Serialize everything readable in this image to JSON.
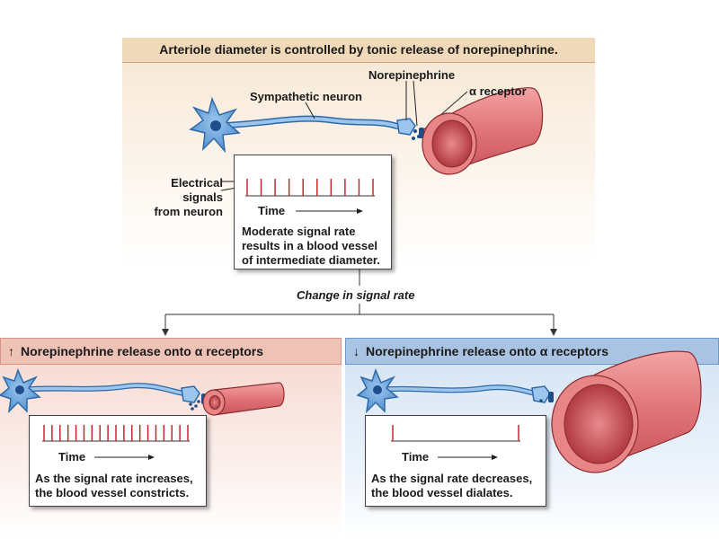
{
  "top": {
    "title": "Arteriole diameter is controlled by tonic release of norepinephrine.",
    "labels": {
      "sympathetic_neuron": "Sympathetic neuron",
      "norepinephrine": "Norepinephrine",
      "alpha_receptor": "α receptor",
      "electrical_signals_l1": "Electrical",
      "electrical_signals_l2": "signals",
      "electrical_signals_l3": "from neuron"
    },
    "box": {
      "time": "Time",
      "desc_l1": "Moderate signal rate",
      "desc_l2": "results in a blood vessel",
      "desc_l3": "of intermediate diameter."
    },
    "spike_count": 10
  },
  "change_label": "Change in signal rate",
  "left": {
    "arrow": "↑",
    "title": "Norepinephrine release onto α receptors",
    "time": "Time",
    "desc_l1": "As the signal rate increases,",
    "desc_l2": "the blood vessel constricts.",
    "spike_count": 19
  },
  "right": {
    "arrow": "↓",
    "title": "Norepinephrine release onto α receptors",
    "time": "Time",
    "desc_l1": "As the signal rate decreases,",
    "desc_l2": "the blood vessel dialates.",
    "spike_count": 2
  },
  "colors": {
    "spike": "#c0282d",
    "vessel": "#e0777a",
    "vessel_inner": "#b5393f",
    "neuron": "#5b9bd5",
    "neuron_dark": "#1f4e8c"
  }
}
